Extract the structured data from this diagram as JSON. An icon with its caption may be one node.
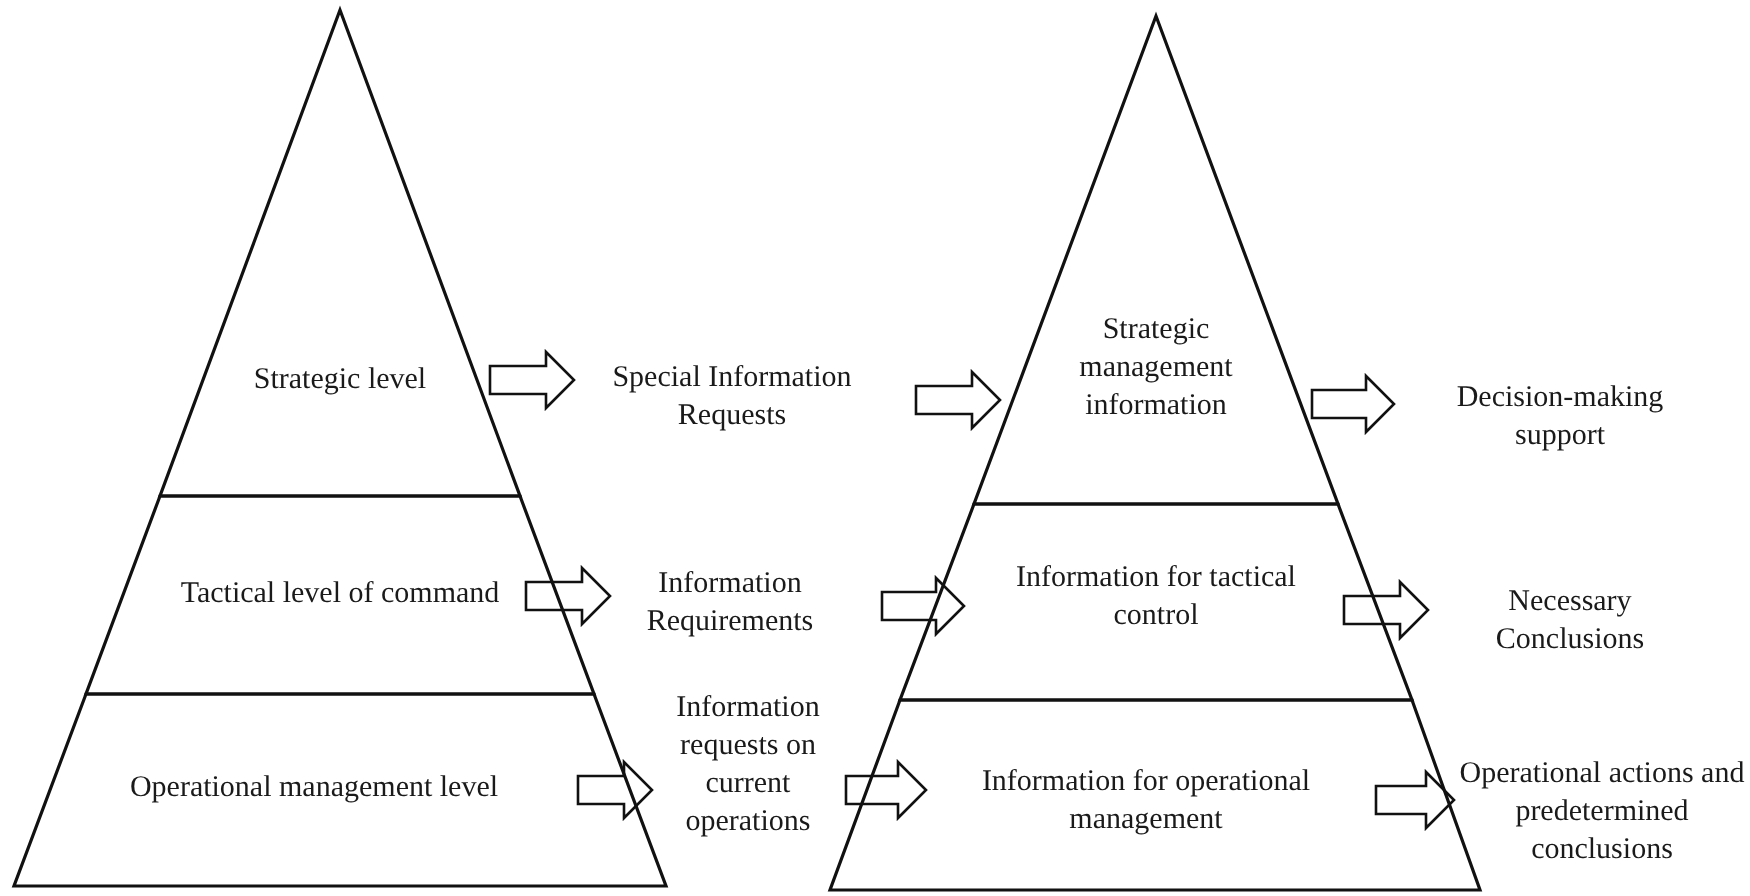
{
  "diagram": {
    "nodes": [
      {
        "text": [
          "Strategic level"
        ]
      },
      {
        "text": [
          "Tactical level of command"
        ]
      },
      {
        "text": [
          "Operational management level"
        ]
      },
      {
        "text": [
          "Special Information Requests"
        ]
      },
      {
        "text": [
          "Information Requirements"
        ]
      },
      {
        "text": [
          "Information requests on current operations"
        ]
      },
      {
        "text": [
          "Strategic management information"
        ]
      },
      {
        "text": [
          "Information for tactical control"
        ]
      },
      {
        "text": [
          "Information for operational management"
        ]
      },
      {
        "text": [
          "Decision-making support"
        ]
      },
      {
        "text": [
          "Necessary Conclusions"
        ]
      },
      {
        "text": [
          "Operational actions and predetermined conclusions"
        ]
      }
    ],
    "edges": [
      {
        "from": 0,
        "to": 3,
        "arrow": "to"
      },
      {
        "from": 3,
        "to": 6,
        "arrow": "to"
      },
      {
        "from": 6,
        "to": 9,
        "arrow": "to"
      },
      {
        "from": 1,
        "to": 4,
        "arrow": "to"
      },
      {
        "from": 4,
        "to": 7,
        "arrow": "to"
      },
      {
        "from": 7,
        "to": 10,
        "arrow": "to"
      },
      {
        "from": 2,
        "to": 5,
        "arrow": "to"
      },
      {
        "from": 5,
        "to": 8,
        "arrow": "to"
      },
      {
        "from": 8,
        "to": 11,
        "arrow": "to"
      }
    ]
  }
}
